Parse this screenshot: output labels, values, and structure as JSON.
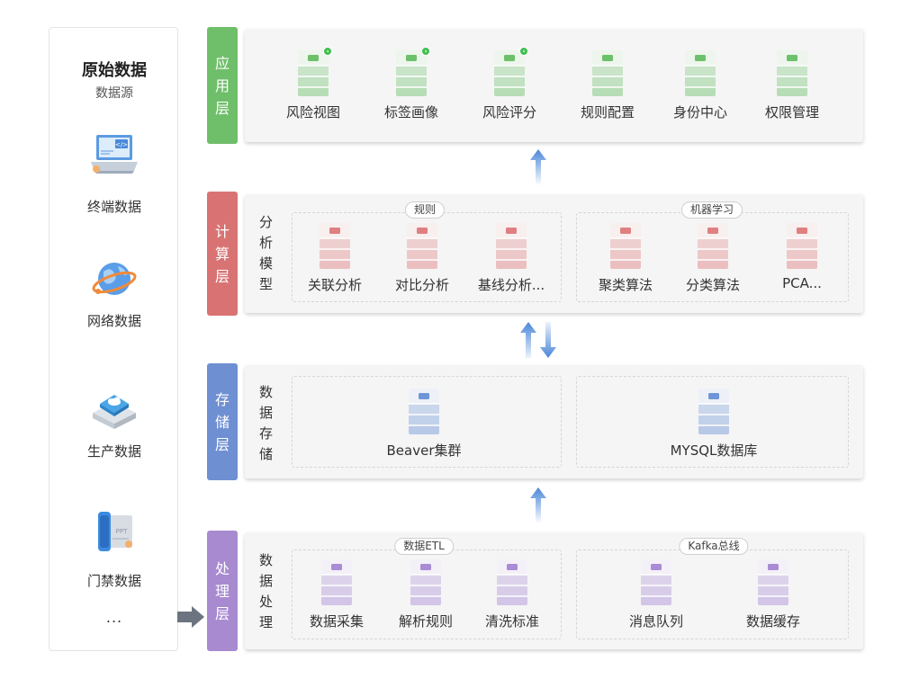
{
  "source_panel": {
    "title": "原始数据",
    "subtitle": "数据源",
    "items": [
      {
        "label": "终端数据",
        "icon": "laptop-code-icon"
      },
      {
        "label": "网络数据",
        "icon": "globe-network-icon"
      },
      {
        "label": "生产数据",
        "icon": "cloud-server-icon"
      },
      {
        "label": "门禁数据",
        "icon": "ppt-document-icon"
      }
    ],
    "more": "..."
  },
  "layers": {
    "app": {
      "tag": "应用层",
      "color": "#6fbe6a",
      "nodes": [
        {
          "label": "风险视图",
          "accent": "#6cc16a",
          "badge": true
        },
        {
          "label": "标签画像",
          "accent": "#6cc16a",
          "badge": true
        },
        {
          "label": "风险评分",
          "accent": "#6cc16a",
          "badge": true
        },
        {
          "label": "规则配置",
          "accent": "#6cc16a",
          "badge": false
        },
        {
          "label": "身份中心",
          "accent": "#6cc16a",
          "badge": false
        },
        {
          "label": "权限管理",
          "accent": "#6cc16a",
          "badge": false
        }
      ]
    },
    "compute": {
      "tag": "计算层",
      "color": "#d97373",
      "side_label": "分析模型",
      "groups": [
        {
          "pill": "规则",
          "nodes": [
            "关联分析",
            "对比分析",
            "基线分析..."
          ]
        },
        {
          "pill": "机器学习",
          "nodes": [
            "聚类算法",
            "分类算法",
            "PCA..."
          ]
        }
      ],
      "accent": "#e07f80"
    },
    "storage": {
      "tag": "存储层",
      "color": "#6f8fd3",
      "side_label": "数据存储",
      "groups": [
        {
          "nodes": [
            "Beaver集群"
          ]
        },
        {
          "nodes": [
            "MYSQL数据库"
          ]
        }
      ],
      "accent": "#6f95d8"
    },
    "process": {
      "tag": "处理层",
      "color": "#a88ad1",
      "side_label": "数据处理",
      "groups": [
        {
          "pill": "数据ETL",
          "nodes": [
            "数据采集",
            "解析规则",
            "清洗标准"
          ]
        },
        {
          "pill": "Kafka总线",
          "nodes": [
            "消息队列",
            "数据缓存"
          ]
        }
      ],
      "accent": "#a98bd6"
    }
  }
}
